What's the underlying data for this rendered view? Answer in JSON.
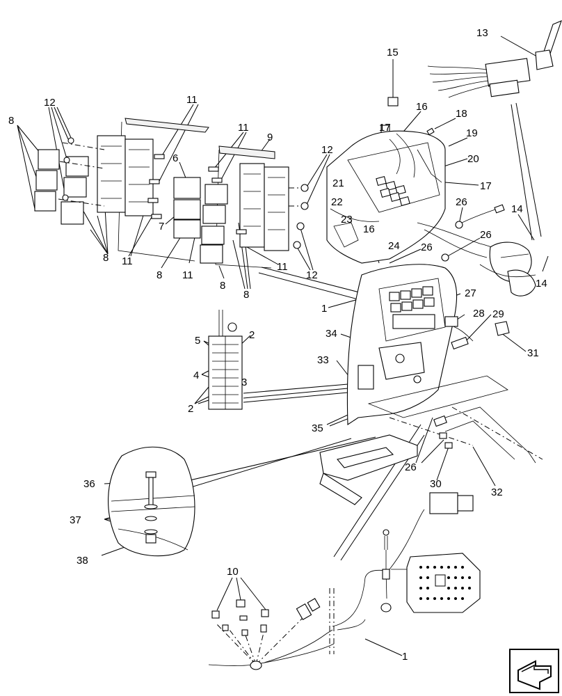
{
  "diagram": {
    "callouts": [
      {
        "id": "c13",
        "text": "13"
      },
      {
        "id": "c15",
        "text": "15"
      },
      {
        "id": "c16a",
        "text": "16"
      },
      {
        "id": "c17a",
        "text": "17"
      },
      {
        "id": "c18",
        "text": "18"
      },
      {
        "id": "c19",
        "text": "19"
      },
      {
        "id": "c20",
        "text": "20"
      },
      {
        "id": "c17b",
        "text": "17"
      },
      {
        "id": "c21",
        "text": "21"
      },
      {
        "id": "c22",
        "text": "22"
      },
      {
        "id": "c23",
        "text": "23"
      },
      {
        "id": "c16b",
        "text": "16"
      },
      {
        "id": "c24",
        "text": "24"
      },
      {
        "id": "c26a",
        "text": "26"
      },
      {
        "id": "c26b",
        "text": "26"
      },
      {
        "id": "c26c",
        "text": "26"
      },
      {
        "id": "c14a",
        "text": "14"
      },
      {
        "id": "c14b",
        "text": "14"
      },
      {
        "id": "c12a",
        "text": "12"
      },
      {
        "id": "c11a",
        "text": "11"
      },
      {
        "id": "c11b",
        "text": "11"
      },
      {
        "id": "c9",
        "text": "9"
      },
      {
        "id": "c8a",
        "text": "8"
      },
      {
        "id": "c6",
        "text": "6"
      },
      {
        "id": "c12b",
        "text": "12"
      },
      {
        "id": "c7",
        "text": "7"
      },
      {
        "id": "c11c",
        "text": "11"
      },
      {
        "id": "c8b",
        "text": "8"
      },
      {
        "id": "c8c",
        "text": "8"
      },
      {
        "id": "c11d",
        "text": "11"
      },
      {
        "id": "c8d",
        "text": "8"
      },
      {
        "id": "c11e",
        "text": "11"
      },
      {
        "id": "c8e",
        "text": "8"
      },
      {
        "id": "c12c",
        "text": "12"
      },
      {
        "id": "c1a",
        "text": "1"
      },
      {
        "id": "c27",
        "text": "27"
      },
      {
        "id": "c28",
        "text": "28"
      },
      {
        "id": "c29",
        "text": "29"
      },
      {
        "id": "c31",
        "text": "31"
      },
      {
        "id": "c34",
        "text": "34"
      },
      {
        "id": "c33",
        "text": "33"
      },
      {
        "id": "c35",
        "text": "35"
      },
      {
        "id": "c5",
        "text": "5"
      },
      {
        "id": "c2a",
        "text": "2"
      },
      {
        "id": "c4",
        "text": "4"
      },
      {
        "id": "c3",
        "text": "3"
      },
      {
        "id": "c2b",
        "text": "2"
      },
      {
        "id": "c26d",
        "text": "26"
      },
      {
        "id": "c30",
        "text": "30"
      },
      {
        "id": "c32",
        "text": "32"
      },
      {
        "id": "c36",
        "text": "36"
      },
      {
        "id": "c37",
        "text": "37"
      },
      {
        "id": "c38",
        "text": "38"
      },
      {
        "id": "c10",
        "text": "10"
      },
      {
        "id": "c1b",
        "text": "1"
      }
    ]
  }
}
